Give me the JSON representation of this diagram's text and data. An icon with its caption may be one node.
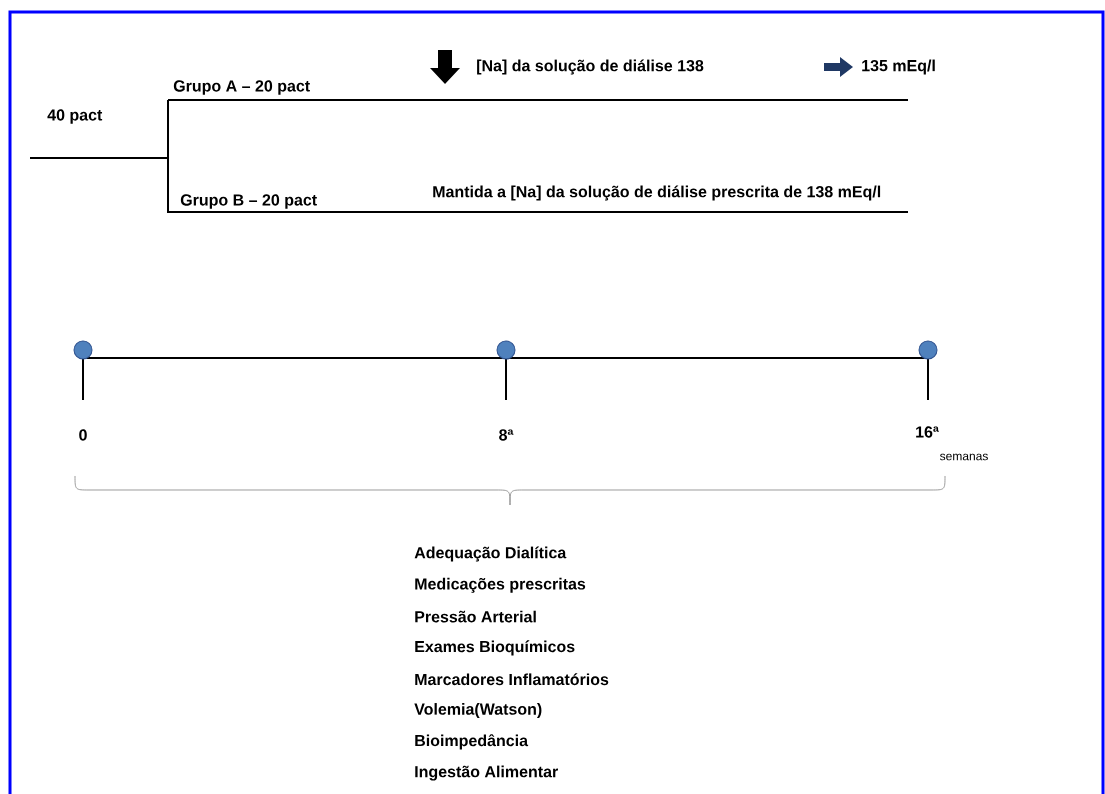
{
  "diagram": {
    "nodes": [
      {
        "text": [
          "40 pact"
        ]
      },
      {
        "text": [
          "Grupo A – 20 pact"
        ]
      },
      {
        "text": [
          "Grupo B – 20 pact"
        ]
      }
    ],
    "edges": [
      {
        "from": 0,
        "to": 1,
        "arrow": "none"
      },
      {
        "from": 0,
        "to": 2,
        "arrow": "none"
      }
    ],
    "labels": [
      "[Na] da solução de diálise 138",
      "135 mEq/l",
      "Mantida a [Na] da solução de diálise prescrita de 138 mEq/l",
      "0",
      "8ª",
      "16ª",
      "semanas",
      "Adequação Dialítica",
      "Medicações prescritas",
      "Pressão Arterial",
      "Exames Bioquímicos",
      "Marcadores Inflamatórios",
      "Volemia(Watson)",
      "Bioimpedância",
      "Ingestão Alimentar"
    ]
  }
}
